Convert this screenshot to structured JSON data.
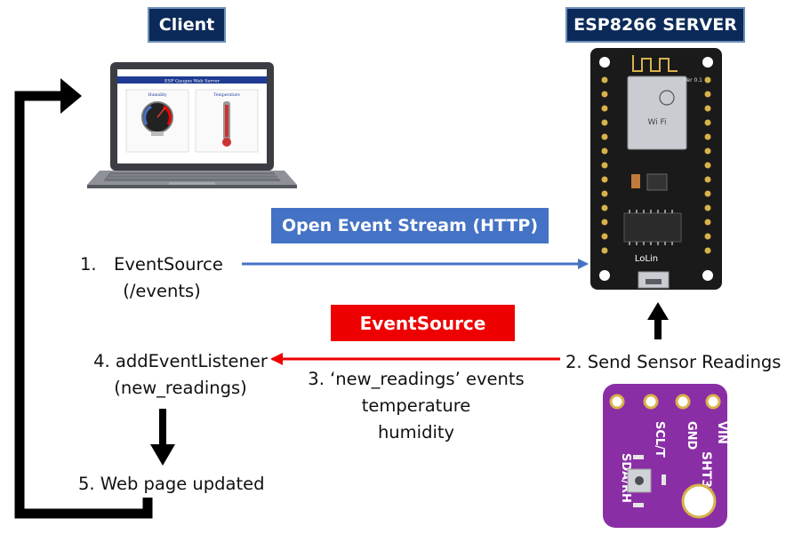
{
  "titles": {
    "client": "Client",
    "server": "ESP8266 SERVER"
  },
  "labels": {
    "open_stream": "Open Event Stream (HTTP)",
    "eventsource": "EventSource"
  },
  "steps": {
    "step1_number": "1.",
    "step1_line1": "EventSource",
    "step1_line2": "(/events)",
    "step2": "2. Send Sensor Readings",
    "step3_line1": "3. ‘new_readings’ events",
    "step3_line2": "temperature",
    "step3_line3": "humidity",
    "step4_line1": "4. addEventListener",
    "step4_line2": "(new_readings)",
    "step5": "5. Web page updated"
  },
  "laptop_screen": {
    "banner": "ESP Gauges Web Server",
    "gauge1_title": "Humidity",
    "gauge2_title": "Temperature"
  },
  "board": {
    "label": "LoLin",
    "version": "Ver 0.1"
  },
  "sensor": {
    "pin_labels": [
      "SDA/RH",
      "SCL/T",
      "GND",
      "VIN"
    ],
    "model": "SHT3X"
  },
  "colors": {
    "navy": "#0b2a59",
    "blue_arrow": "#4472c4",
    "red_arrow": "#ee0000",
    "black": "#000000",
    "sensor_purple": "#8a2ea6",
    "board_black": "#1a1a1a"
  },
  "icons": {
    "laptop": "laptop-icon",
    "board": "esp8266-board-icon",
    "sensor": "sht3x-sensor-icon"
  }
}
